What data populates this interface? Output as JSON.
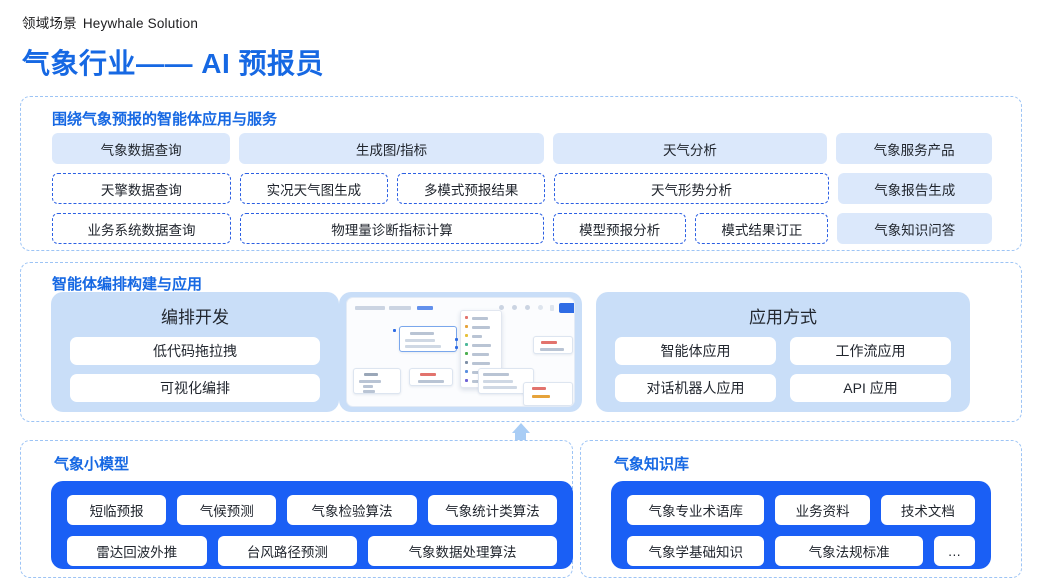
{
  "header": {
    "eyebrow_cn": "领域场景",
    "eyebrow_en": "Heywhale Solution",
    "title": "气象行业—— AI 预报员"
  },
  "colors": {
    "brand_blue": "#1668e3",
    "deep_blue": "#1a5ff5",
    "chip_fill": "#dbe8fb",
    "card_fill": "#c9def8",
    "dashed_border": "#9dc4f5",
    "chip_dash_border": "#2b5fe3",
    "arrow": "#a9cdf5",
    "text": "#21262e"
  },
  "panel1": {
    "title": "围绕气象预报的智能体应用与服务",
    "row1": [
      {
        "label": "气象数据查询",
        "style": "solid",
        "flex": 174
      },
      {
        "label": "生成图/指标",
        "style": "solid",
        "flex": 297
      },
      {
        "label": "天气分析",
        "style": "solid",
        "flex": 268
      },
      {
        "label": "气象服务产品",
        "style": "solid",
        "flex": 152
      }
    ],
    "row2": [
      {
        "label": "天擎数据查询",
        "style": "dashed",
        "flex": 174
      },
      {
        "label": "实况天气图生成",
        "style": "dashed",
        "flex": 144
      },
      {
        "label": "多模式预报结果",
        "style": "dashed",
        "flex": 144
      },
      {
        "label": "天气形势分析",
        "style": "dashed",
        "flex": 268
      },
      {
        "label": "气象报告生成",
        "style": "solid",
        "flex": 152
      }
    ],
    "row3": [
      {
        "label": "业务系统数据查询",
        "style": "dashed",
        "flex": 174
      },
      {
        "label": "物理量诊断指标计算",
        "style": "dashed",
        "flex": 297
      },
      {
        "label": "模型预报分析",
        "style": "dashed",
        "flex": 129
      },
      {
        "label": "模式结果订正",
        "style": "dashed",
        "flex": 129
      },
      {
        "label": "气象知识问答",
        "style": "solid",
        "flex": 152
      }
    ]
  },
  "panel2": {
    "title": "智能体编排构建与应用",
    "left_card": {
      "title": "编排开发",
      "items": [
        "低代码拖拉拽",
        "可视化编排"
      ]
    },
    "right_card": {
      "title": "应用方式",
      "rows": [
        [
          "智能体应用",
          "工作流应用"
        ],
        [
          "对话机器人应用",
          "API 应用"
        ]
      ]
    },
    "screenshot_alt": "工作流编排画布截图"
  },
  "panel3": {
    "left": {
      "title": "气象小模型",
      "rows": [
        [
          "短临预报",
          "气候预测",
          "气象检验算法",
          "气象统计类算法"
        ],
        [
          "雷达回波外推",
          "台风路径预测",
          "气象数据处理算法"
        ]
      ]
    },
    "right": {
      "title": "气象知识库",
      "rows": [
        [
          "气象专业术语库",
          "业务资料",
          "技术文档"
        ],
        [
          "气象学基础知识",
          "气象法规标准",
          "…"
        ]
      ]
    }
  }
}
